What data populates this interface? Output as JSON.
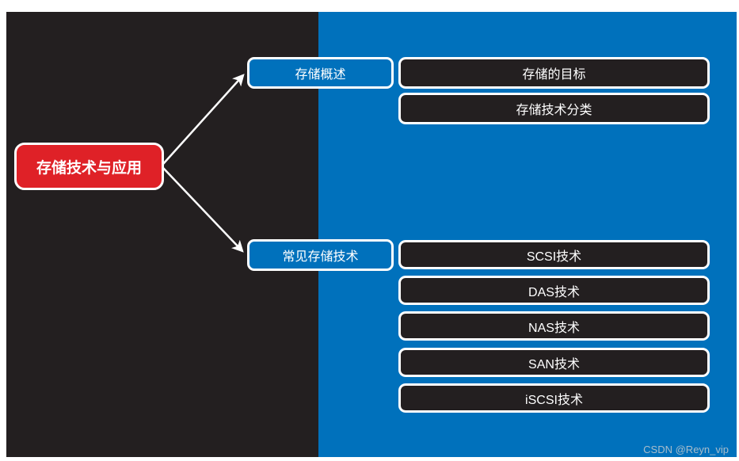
{
  "canvas": {
    "background_left": "#231f20",
    "background_right": "#0071bc",
    "watermark": "CSDN @Reyn_vip"
  },
  "root": {
    "label": "存储技术与应用",
    "fill": "#df2127"
  },
  "branches": [
    {
      "label": "存储概述",
      "children": [
        {
          "label": "存储的目标"
        },
        {
          "label": "存储技术分类"
        }
      ]
    },
    {
      "label": "常见存储技术",
      "children": [
        {
          "label": "SCSI技术"
        },
        {
          "label": "DAS技术"
        },
        {
          "label": "NAS技术"
        },
        {
          "label": "SAN技术"
        },
        {
          "label": "iSCSI技术"
        }
      ]
    }
  ]
}
